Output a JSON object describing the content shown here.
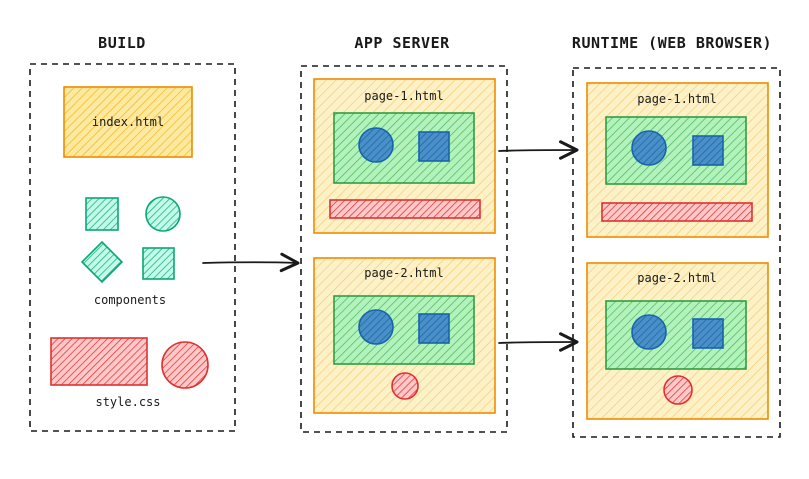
{
  "headers": {
    "build": "BUILD",
    "app_server": "APP SERVER",
    "runtime": "RUNTIME (WEB BROWSER)"
  },
  "build": {
    "index_file": "index.html",
    "components_label": "components",
    "style_label": "style.css"
  },
  "server_pages": [
    "page-1.html",
    "page-2.html"
  ],
  "runtime_pages": [
    "page-1.html",
    "page-2.html"
  ],
  "colors": {
    "page_fill": "#fdf1c7",
    "page_stroke": "#f08c00",
    "file_fill": "#fde9a0",
    "green_fill": "#b2f2bb",
    "green_stroke": "#2f9e44",
    "teal_fill": "#96f2d7",
    "teal_stroke": "#0ca678",
    "blue_fill": "#4a8fc7",
    "blue_stroke": "#1864ab",
    "red_fill": "#ffa8a8",
    "red_stroke": "#e03131",
    "ink": "#1a1a1a"
  }
}
